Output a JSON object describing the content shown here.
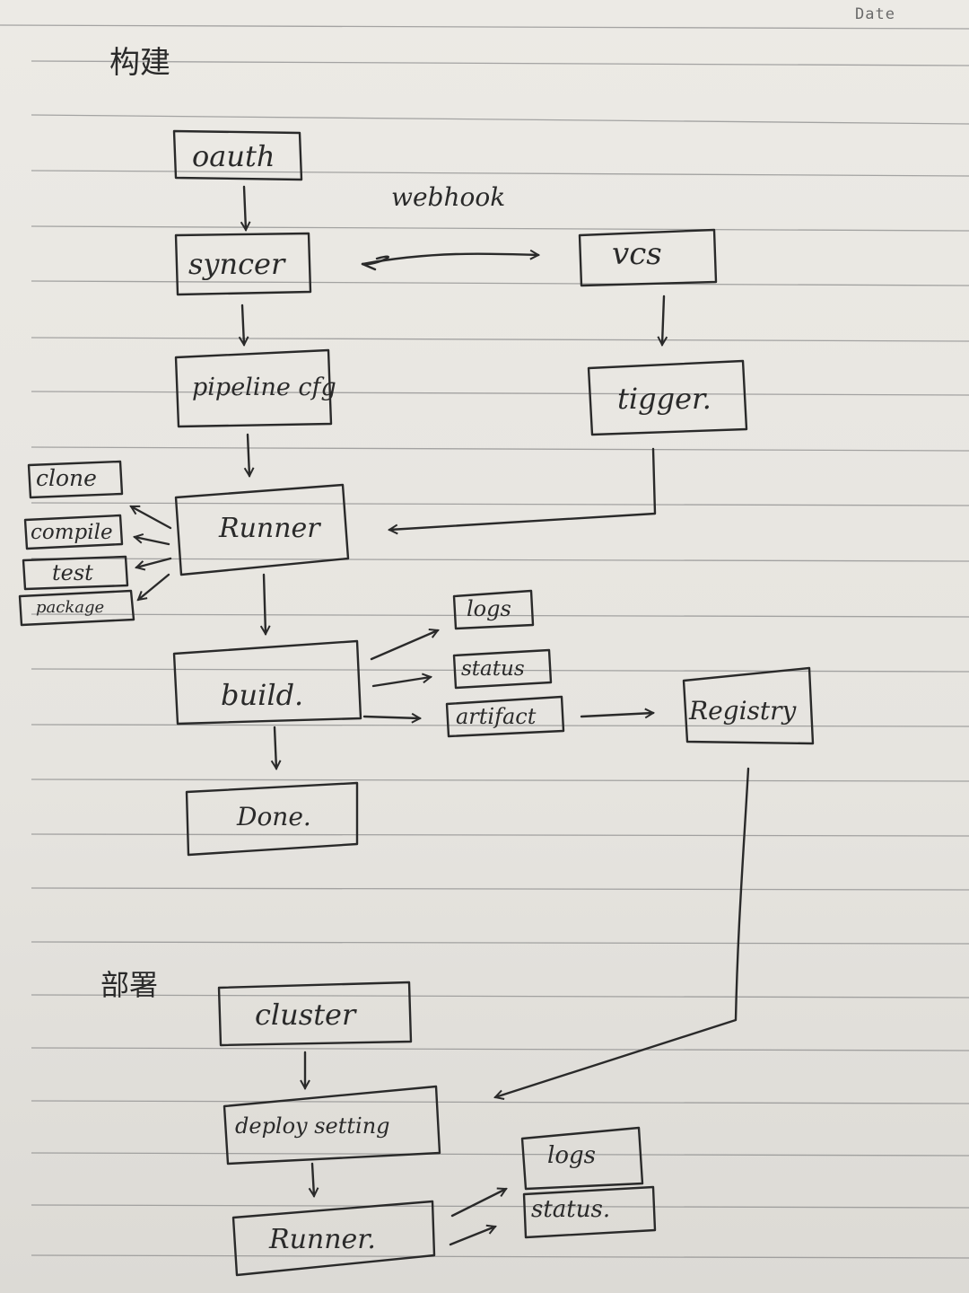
{
  "header": {
    "date_label": "Date"
  },
  "sections": {
    "build_heading": "构建",
    "deploy_heading": "部署"
  },
  "build": {
    "oauth": "oauth",
    "webhook_label": "webhook",
    "syncer": "syncer",
    "vcs": "vcs",
    "pipeline_cfg": "pipeline cfg",
    "trigger": "tigger.",
    "runner": "Runner",
    "steps": [
      "clone",
      "compile",
      "test",
      "package"
    ],
    "build": "build.",
    "logs": "logs",
    "status": "status",
    "artifact": "artifact",
    "registry": "Registry",
    "done": "Done."
  },
  "deploy": {
    "cluster": "cluster",
    "deploy_setting": "deploy setting",
    "runner": "Runner.",
    "logs": "logs",
    "status": "status."
  }
}
